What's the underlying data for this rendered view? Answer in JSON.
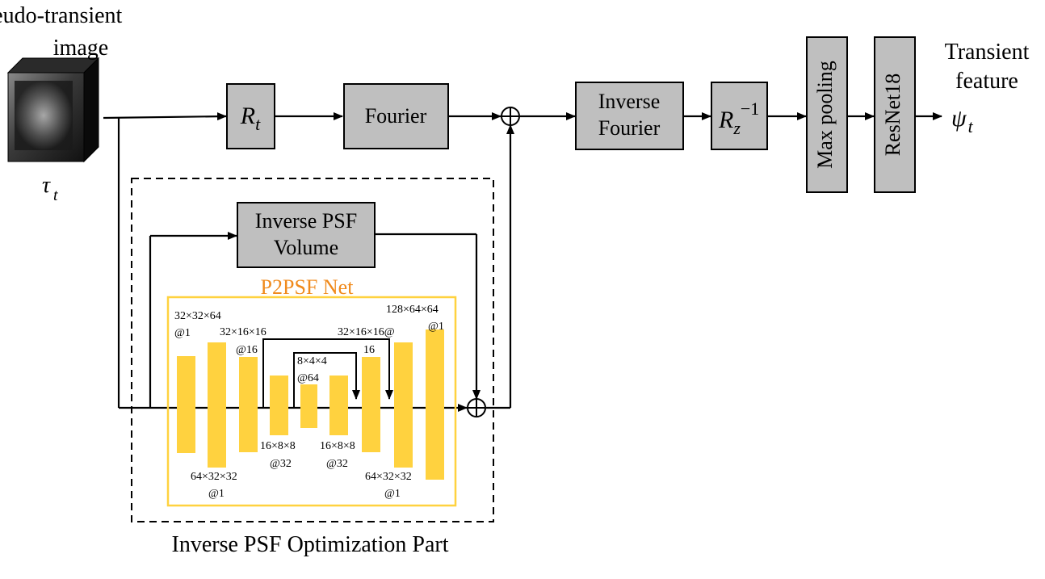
{
  "input": {
    "title_line1": "Pseudo-transient",
    "title_line2": "image",
    "symbol": "τ",
    "symbol_sub": "t"
  },
  "blocks": {
    "rt": {
      "main": "R",
      "sub": "t"
    },
    "fourier": "Fourier",
    "inverse_fourier": {
      "line1": "Inverse",
      "line2": "Fourier"
    },
    "rz_inv": {
      "main": "R",
      "sub": "z",
      "sup": "−1"
    },
    "max_pooling": "Max pooling",
    "resnet": "ResNet18",
    "inverse_psf_volume": {
      "line1": "Inverse PSF",
      "line2": "Volume"
    }
  },
  "output": {
    "title_line1": "Transient",
    "title_line2": "feature",
    "symbol": "ψ",
    "symbol_sub": "t"
  },
  "p2psf": {
    "title": "P2PSF Net",
    "labels": {
      "l1_dims": "32×32×64",
      "l1_ch": "@1",
      "l2_dims": "32×16×16",
      "l2_ch": "@16",
      "l3_dims": "8×4×4",
      "l3_ch": "@64",
      "l4_dims": "32×16×16@",
      "l4_ch": "16",
      "l5_dims": "128×64×64",
      "l5_ch": "@1",
      "b1_dims": "64×32×32",
      "b1_ch": "@1",
      "b2_dims": "16×8×8",
      "b2_ch": "@32",
      "b3_dims": "16×8×8",
      "b3_ch": "@32",
      "b4_dims": "64×32×32",
      "b4_ch": "@1"
    }
  },
  "optimization_part_label": "Inverse PSF Optimization Part",
  "colors": {
    "block_fill": "#bfbfbf",
    "p2psf_accent": "#ffd23f",
    "p2psf_title": "#f08a1c"
  }
}
